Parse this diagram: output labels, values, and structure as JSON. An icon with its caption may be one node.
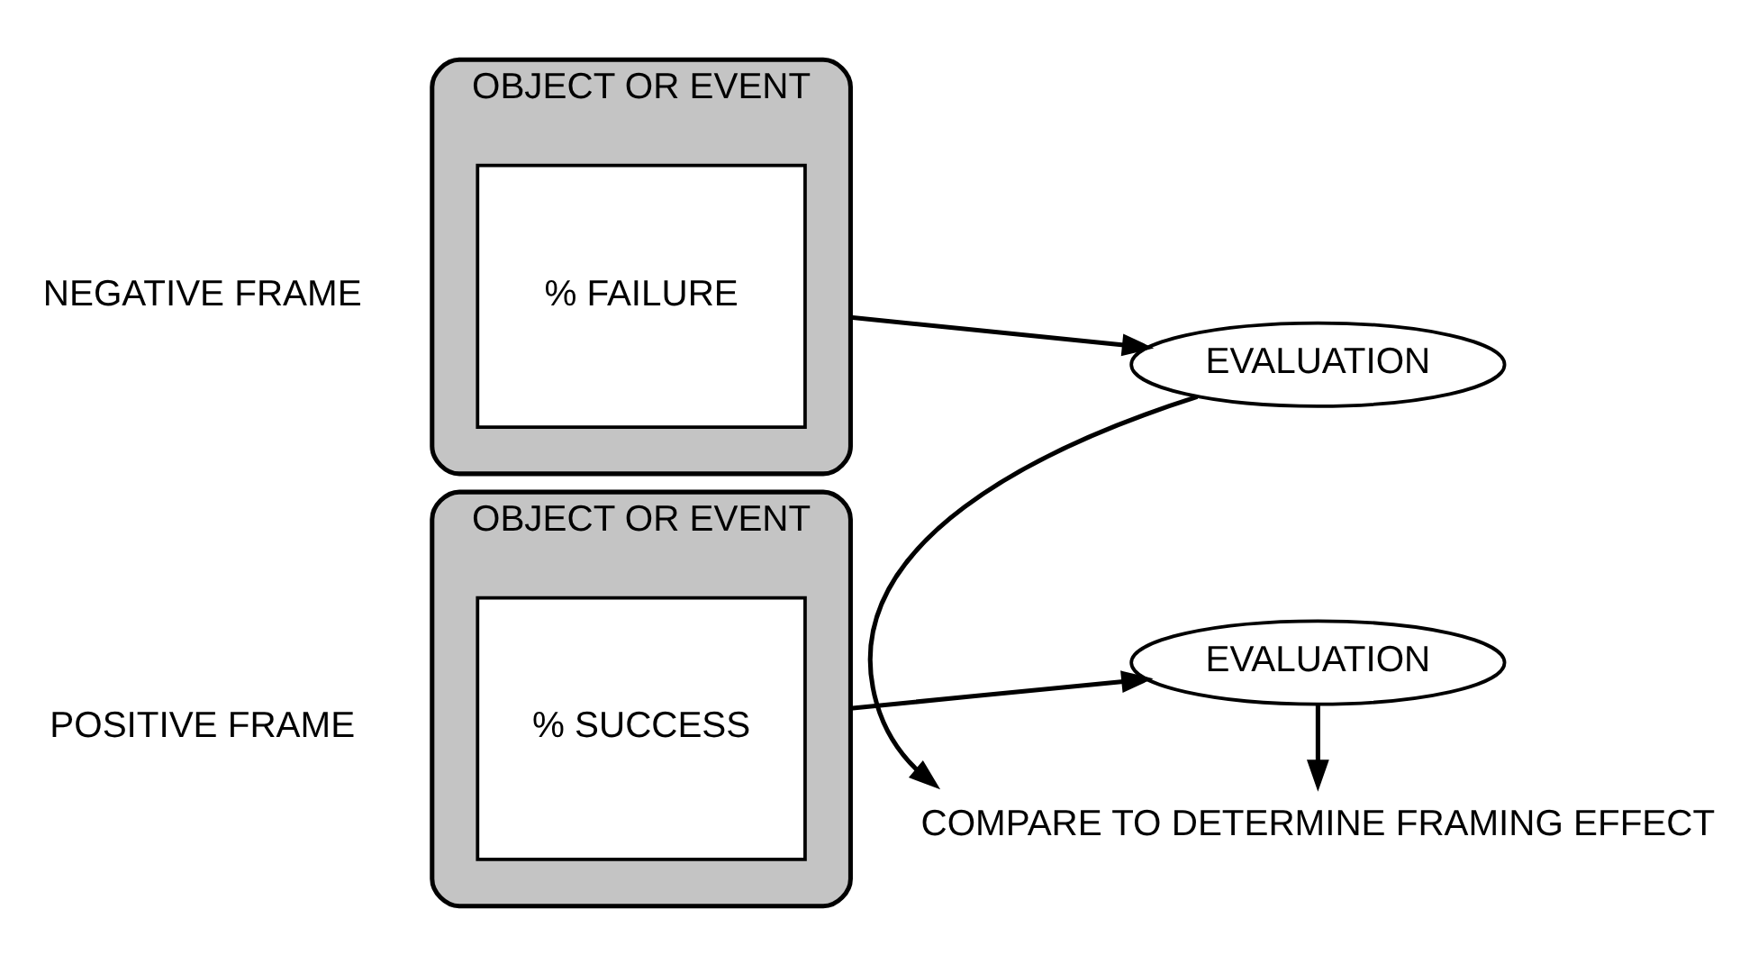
{
  "diagram": {
    "nodes": [
      {
        "text": [
          "OBJECT OR EVENT"
        ],
        "beside": [
          "POSITIVE FRAME"
        ]
      },
      {
        "text": [
          "% SUCCESS"
        ],
        "in": 0
      },
      {
        "text": [
          "EVALUATION"
        ]
      },
      {
        "text": [
          "COMPARE TO DETERMINE FRAMING EFFECT"
        ]
      },
      {
        "text": [
          "OBJECT OR EVENT"
        ],
        "beside": [
          "NEGATIVE FRAME"
        ]
      },
      {
        "text": [
          "% FAILURE"
        ],
        "in": 4
      },
      {
        "text": [
          "EVALUATION"
        ]
      }
    ],
    "edges": [
      {
        "from": 0,
        "to": 2,
        "arrow": "to"
      },
      {
        "from": 2,
        "to": 3,
        "arrow": "to"
      },
      {
        "from": 6,
        "to": 3,
        "arrow": "to"
      },
      {
        "from": 4,
        "to": 6,
        "arrow": "to"
      }
    ]
  }
}
